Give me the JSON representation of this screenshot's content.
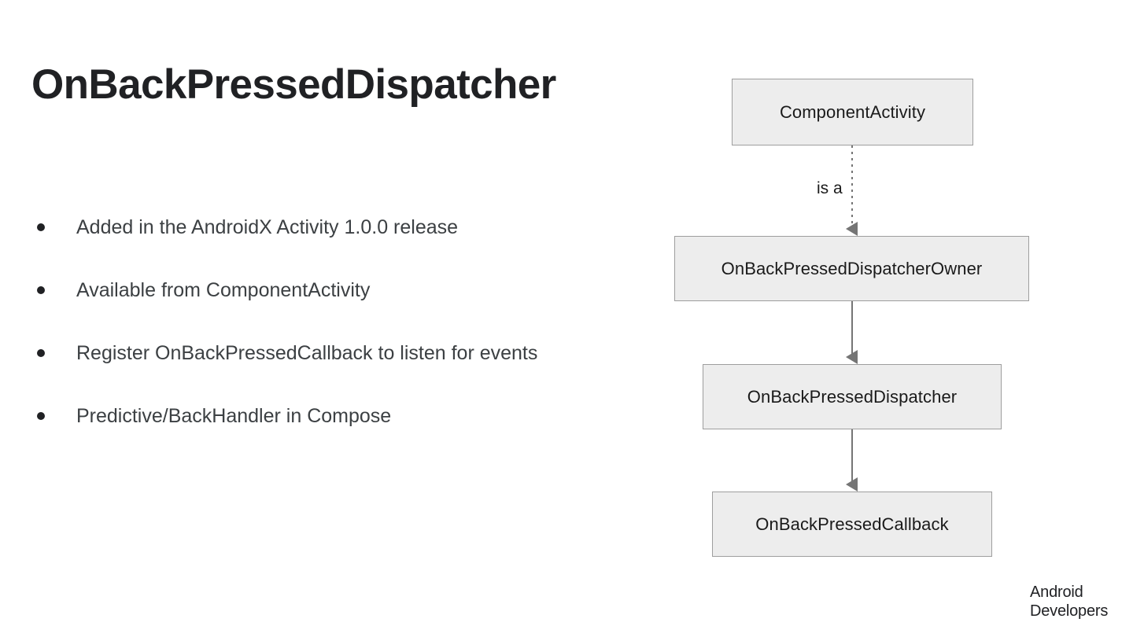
{
  "slide": {
    "title": "OnBackPressedDispatcher",
    "background_color": "#ffffff",
    "bullets": [
      {
        "text": "Added in the AndroidX Activity 1.0.0 release"
      },
      {
        "text": "Available from ComponentActivity"
      },
      {
        "text": "Register OnBackPressedCallback to listen for events"
      },
      {
        "text": "Predictive/BackHandler in Compose"
      }
    ]
  },
  "diagram": {
    "type": "flowchart",
    "node_fill_color": "#ededed",
    "node_border_color": "#9e9e9e",
    "edge_color": "#757575",
    "nodes": [
      {
        "id": "component-activity",
        "label": "ComponentActivity"
      },
      {
        "id": "dispatcher-owner",
        "label": "OnBackPressedDispatcherOwner"
      },
      {
        "id": "dispatcher",
        "label": "OnBackPressedDispatcher"
      },
      {
        "id": "callback",
        "label": "OnBackPressedCallback"
      }
    ],
    "edges": [
      {
        "from": "component-activity",
        "to": "dispatcher-owner",
        "label": "is a",
        "style": "dashed"
      },
      {
        "from": "dispatcher-owner",
        "to": "dispatcher",
        "label": "",
        "style": "solid"
      },
      {
        "from": "dispatcher",
        "to": "callback",
        "label": "",
        "style": "solid"
      }
    ]
  },
  "logo": {
    "line1": "Android",
    "line2": "Developers"
  }
}
